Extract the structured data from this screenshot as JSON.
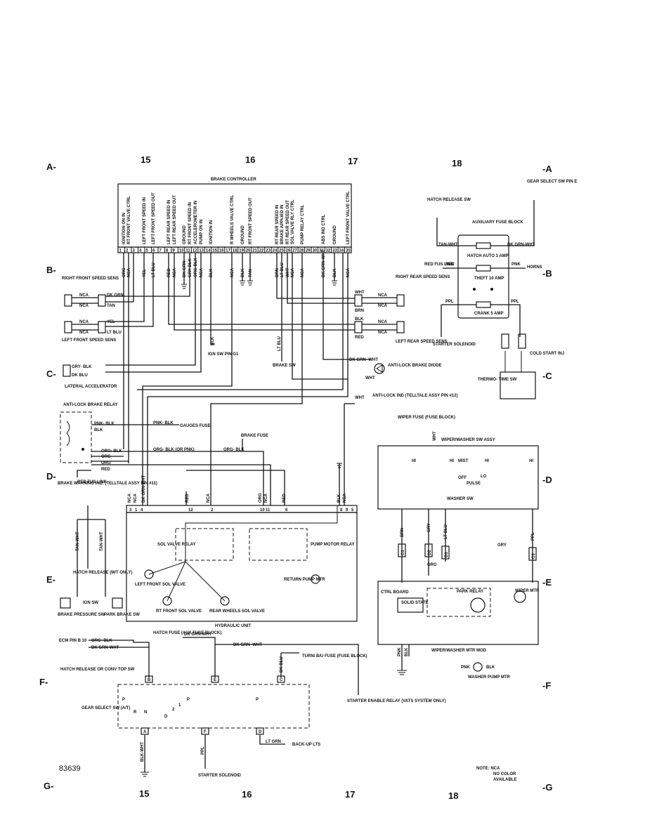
{
  "grid": {
    "columns": [
      "15",
      "16",
      "17",
      "18"
    ],
    "rows_left": [
      "A-",
      "B-",
      "C-",
      "D-",
      "E-",
      "F-",
      "G-"
    ],
    "rows_right": [
      "-A",
      "-B",
      "-C",
      "-D",
      "-E",
      "-F",
      "-G"
    ]
  },
  "brake_controller": {
    "title": "BRAKE CONTROLLER",
    "pins": [
      "1",
      "2",
      "3",
      "4",
      "5",
      "6",
      "7",
      "8",
      "9",
      "10",
      "11",
      "12",
      "13",
      "14",
      "15",
      "16",
      "17",
      "18",
      "19",
      "20",
      "21",
      "22",
      "23",
      "24",
      "25",
      "26",
      "27",
      "28",
      "29",
      "30",
      "31",
      "32",
      "33",
      "34",
      "35"
    ],
    "functions": [
      "IGNITION ON IN",
      "RT FRONT VALVE CTRL",
      "LEFT FRONT SPEED IN",
      "LEFT FRONT SPEED OUT",
      "LEFT REAR SPEED IN",
      "LEFT REAR SPEED OUT",
      "GROUND",
      "RT FRONT SPEED IN",
      "ACCELEROMETER IN",
      "PUMP ON IN",
      "IGNITION IN",
      "R WHEELS VALVE CTRL",
      "GROUND",
      "RT FRONT SPEED OUT",
      "RT REAR SPEED IN",
      "BRAKE APPLIED IN",
      "RT REAR SPEED OUT",
      "SOL VALVE RLY CTRL",
      "PUMP RELAY CTRL",
      "ABS IND CTRL",
      "GROUND",
      "LEFT FRONT VALVE CTRL"
    ],
    "wire_colors": [
      "ORG",
      "NCA",
      "YEL",
      "LT BLU",
      "RED",
      "NCA",
      "DK GRN",
      "GRY-BLK",
      "ORG-BLK",
      "NCA",
      "BLK",
      "NCA",
      "BLK",
      "TAN",
      "BRN",
      "LT BLU",
      "WHT",
      "NCA",
      "NCA",
      "DK GRN-WHT",
      "BLK",
      "NCA"
    ]
  },
  "sensors": {
    "right_front": "RIGHT FRONT SPEED SENS",
    "left_front": "LEFT FRONT SPEED SENS",
    "right_rear": "RIGHT REAR SPEED SENS",
    "left_rear": "LEFT REAR SPEED SENS",
    "lateral": "LATERAL ACCELERATOR",
    "rf_wires": [
      "NCA",
      "NCA",
      "DK GRN",
      "TAN"
    ],
    "lf_wires": [
      "NCA",
      "NCA",
      "YEL",
      "LT BLU"
    ],
    "rr_wires": [
      "WHT",
      "BRN",
      "NCA",
      "NCA"
    ],
    "lr_wires": [
      "BLK",
      "RED",
      "NCA",
      "NCA"
    ],
    "lat_wires": [
      "GRY- BLK",
      "DK BLU"
    ]
  },
  "labels": {
    "ign_sw": "IGN SW PIN G1",
    "ign_sw_wire": "BLK",
    "brake_sw": "BRAKE SW",
    "brake_sw_wire": "LT BLU",
    "brake_diode": "ANTI-LOCK BRAKE DIODE",
    "diode_wires": [
      "DK GRN- WHT",
      "WHT"
    ],
    "ind_telltale": "ANTI-LOCK IND (TELLTALE ASSY PIN #12)",
    "ind_wire": "WHT",
    "abs_relay": "ANTI-LOCK BRAKE RELAY",
    "gauges_fuse": "GAUGES FUSE",
    "gauges_wire": "PNK- BLK",
    "brake_fuse": "BRAKE FUSE",
    "relay_wires": [
      "PNK- BLK",
      "BLK",
      "ORG- BLK",
      "ORG",
      "ORG",
      "RED"
    ],
    "orgblk_alt": "ORG- BLK (OR PNK)",
    "orgblk2": "ORG- BLK",
    "red_fus_link": "RED FUS LINK",
    "brake_warning": "BRAKE WARNING IND. (TELLTALE ASSY PIN #11)",
    "tan_wht": "TAN-WHT",
    "hatch_release_mt": "HATCH RELEASE (M/T ONLY)",
    "ign_sw2": "IGN SW",
    "brake_pressure": "BRAKE PRESSURE SW",
    "park_brake": "PARK BRAKE SW",
    "hydraulic": "HYDRAULIC UNIT",
    "hyd_pins": [
      "3",
      "1",
      "4",
      "12",
      "2",
      "10",
      "11",
      "6",
      "8",
      "9",
      "5"
    ],
    "hyd_wires": [
      "NCA",
      "NCA",
      "DK GRN-WHT",
      "RED",
      "NCA",
      "ORG",
      "NCA",
      "RED",
      "BLK",
      "NCA"
    ],
    "sol_relay": "SOL VALVE RELAY",
    "pump_relay": "PUMP MOTOR RELAY",
    "return_pump": "RETURN PUMP MTR",
    "lf_sol": "LEFT FRONT SOL VALVE",
    "rf_sol": "RT FRONT SOL VALVE",
    "rear_sol": "REAR WHEELS SOL VALVE",
    "hatch_release_sw": "HATCH RELEASE SW",
    "aux_fuse": "AUXILIARY FUSE BLOCK",
    "hatch_auto": "HATCH AUTO 3 AMP",
    "theft": "THEFT 10 AMP",
    "crank": "CRANK 5 AMP",
    "gear_select_sw_pine": "GEAR SELECT SW PIN E",
    "fuse_wires": [
      "TAN-WHT",
      "DK GRN-WHT",
      "RED",
      "PNK",
      "PPL",
      "PPL"
    ],
    "red_fus": "RED FUS LINK",
    "horns": "HORNS",
    "starter_solenoid": "STARTER SOLENOID",
    "cold_start": "COLD START INJ",
    "thermo": "THERMO- TIME SW",
    "ppl_wires": [
      "PPL",
      "PPL",
      "PPL",
      "TAN"
    ],
    "wiper_fuse": "WIPER FUSE (FUSE BLOCK)",
    "wiper_fuse_wire": "WHT",
    "wiper_washer_sw": "WIPER/WASHER SW ASSY",
    "switch_positions": [
      "HI",
      "HI",
      "MIST",
      "HI",
      "HI",
      "OFF",
      "LO",
      "PULSE"
    ],
    "washer_sw": "WASHER SW",
    "wiper_wires": [
      "BRN",
      "GRY",
      "LT BLU",
      "PPL",
      "ORG",
      "GRY"
    ],
    "connectors": [
      "C1",
      "D2",
      "D1",
      "C3"
    ],
    "ctrl_board": "CTRL BOARD",
    "solid_state": "SOLID STATE",
    "park_relay": "PARK RELAY",
    "wiper_mtr": "WIPER MTR",
    "wiper_mtr_mod": "WIPER/WASHER MTR MOD",
    "pnk_blk_wires": [
      "PNK",
      "BLK",
      "PNK",
      "BLK"
    ],
    "washer_pump": "WASHER PUMP MTR",
    "ecm": "ECM PIN B 10",
    "hatch_fuse": "HATCH FUSE (AUX FUSE BLOCK)",
    "hatch_release_conv": "HATCH RELEASE OR CONV TOP SW",
    "gear_wires": [
      "ORG- BLK",
      "DK GRN-WHT",
      "DK GRN-WHT",
      "DK GRN- WHT",
      "DK BLU",
      "BLK-WHT",
      "PPL",
      "LT GRN"
    ],
    "gear_select": "GEAR SELECT SW (A/T)",
    "gear_pins": [
      "B",
      "E",
      "C",
      "A",
      "F",
      "D"
    ],
    "gear_positions": [
      "P",
      "R",
      "N",
      "D",
      "2",
      "1",
      "P",
      "P"
    ],
    "turn_fuse": "TURN/ B/U FUSE (FUSE BLOCK)",
    "starter_enable": "STARTER ENABLE RELAY (VATS SYSTEM ONLY)",
    "backup_lts": "BACK-UP LTS",
    "starter_solenoid2": "STARTER SOLENOID",
    "figure_number": "83639",
    "note": [
      "NOTE: NCA",
      "NO COLOR",
      "AVAILABLE"
    ]
  }
}
